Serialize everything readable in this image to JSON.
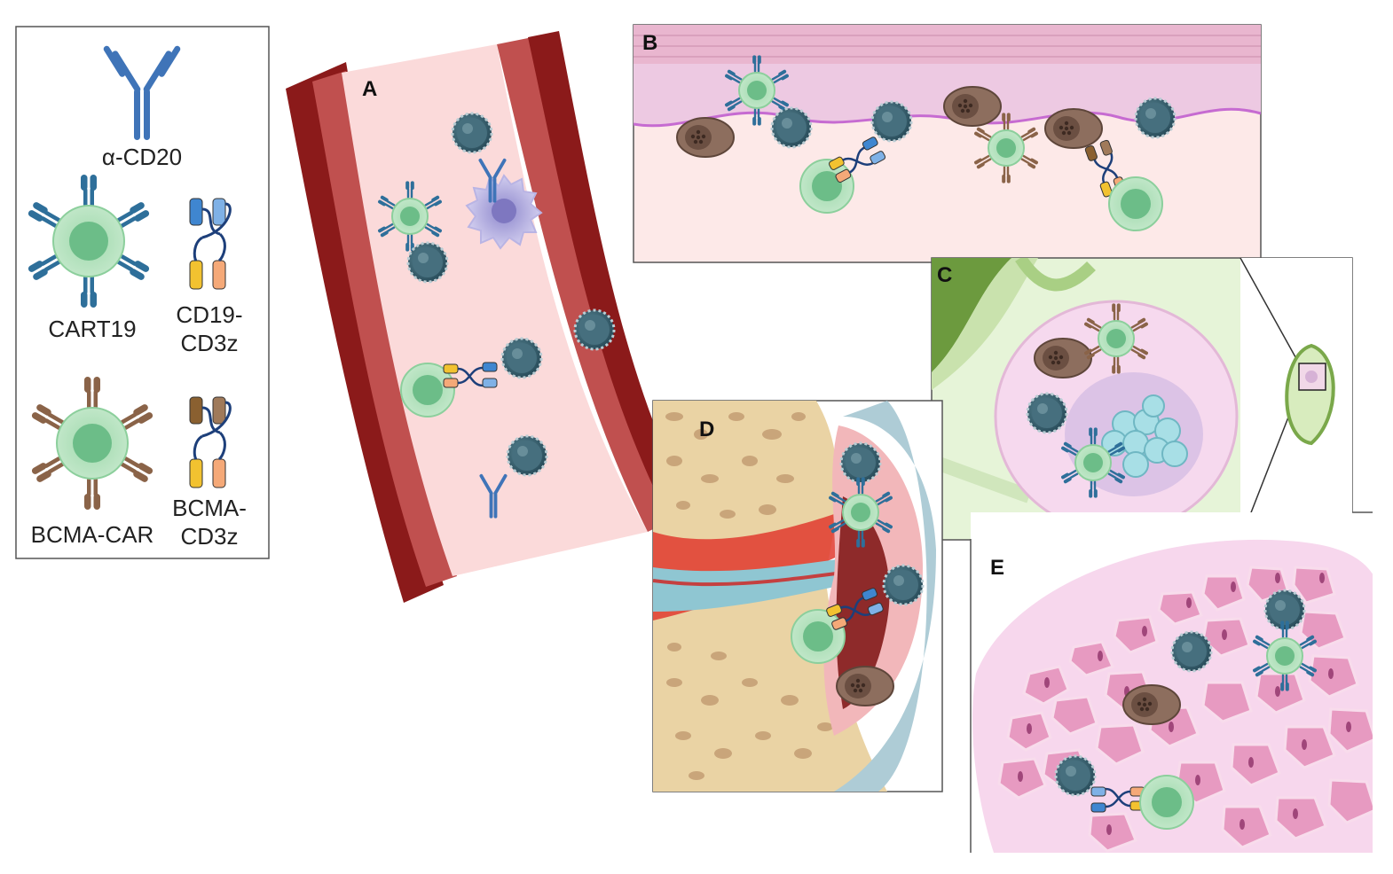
{
  "legend": {
    "anti_cd20": "α-CD20",
    "cart19": "CART19",
    "cd19_cd3z_line1": "CD19-",
    "cd19_cd3z_line2": "CD3z",
    "bcma_car": "BCMA-CAR",
    "bcma_cd3z_line1": "BCMA-",
    "bcma_cd3z_line2": "CD3z"
  },
  "panels": {
    "a": "A",
    "b": "B",
    "c": "C",
    "d": "D",
    "e": "E"
  },
  "colors": {
    "antibody_blue": "#3f74b8",
    "car_blue": "#2e6f9a",
    "car_brown": "#8a6348",
    "tcell_green": "#a8dbb4",
    "tcell_nucleus": "#6cbd88",
    "bcell": "#2f5a6a",
    "vessel_dark": "#8b1a1a",
    "vessel_mid": "#c0504f",
    "lumen": "#fbdada",
    "yellow_domain": "#f2c230",
    "orange_domain": "#f5a978",
    "blue_domain": "#3f86d0",
    "light_blue_domain": "#7fb1e6"
  }
}
